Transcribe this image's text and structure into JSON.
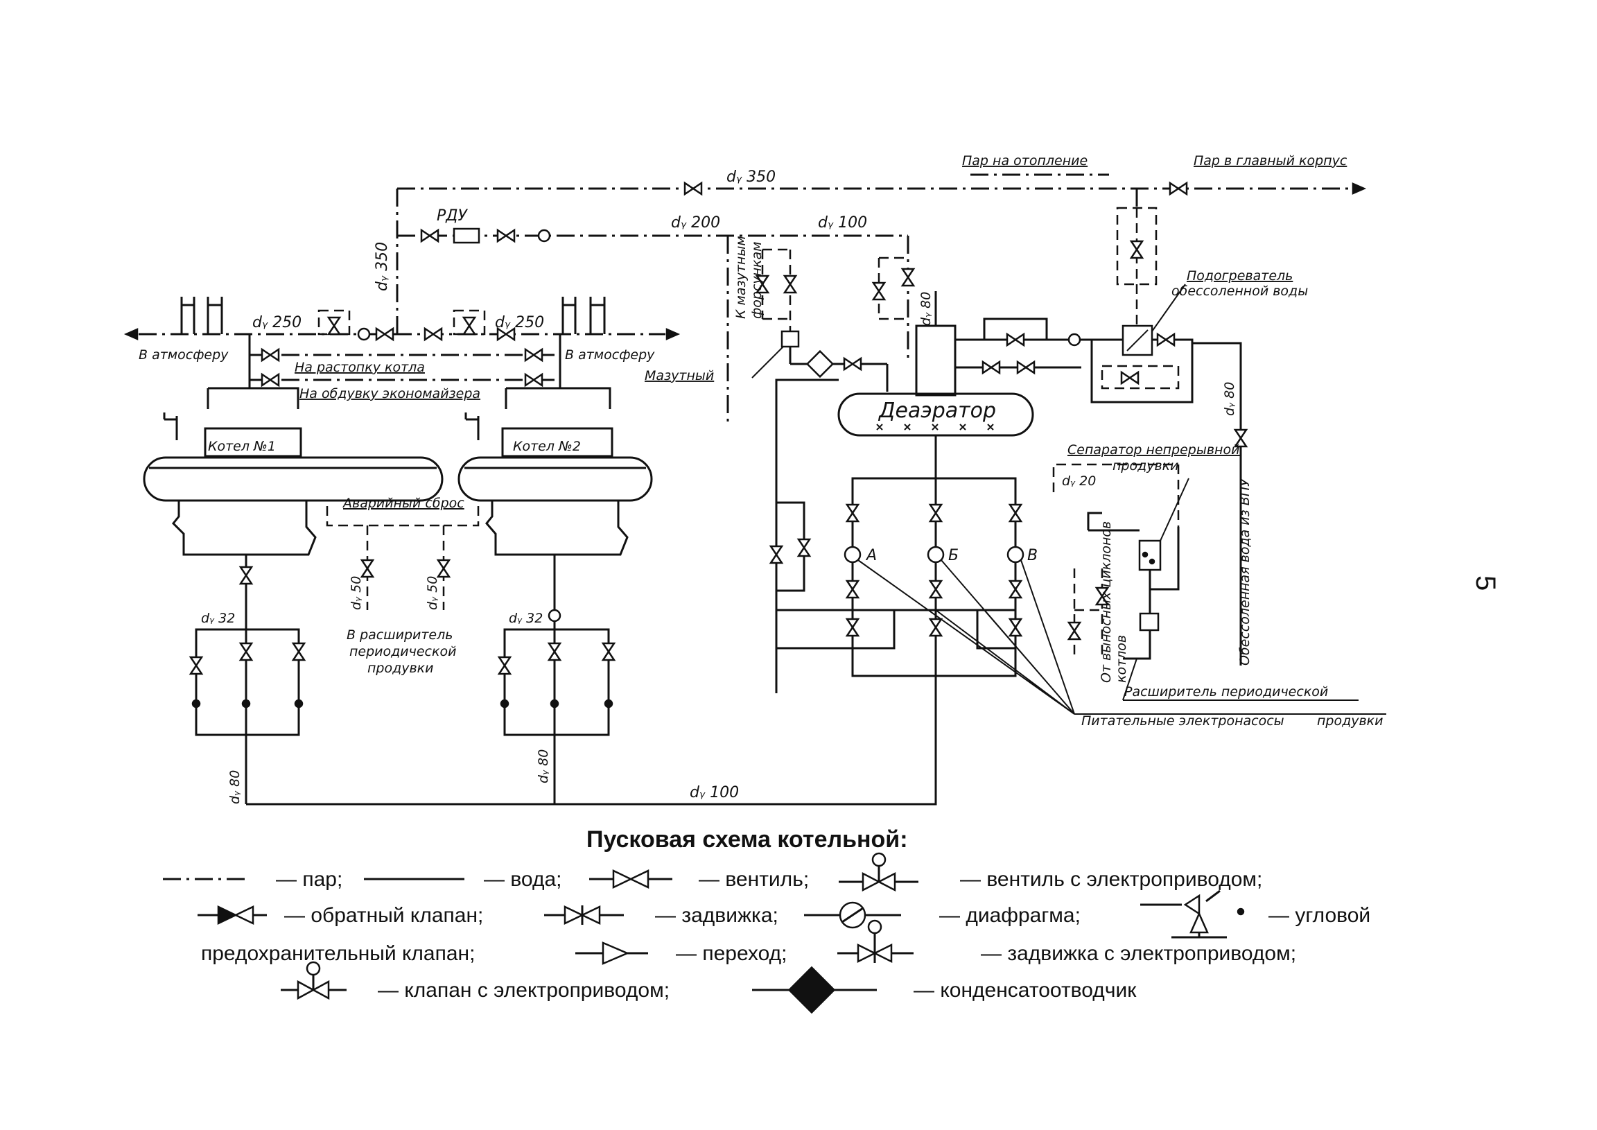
{
  "page_number": "5",
  "caption": "Пусковая схема котельной:",
  "pipes": {
    "main_steam": "dᵧ 350",
    "riser_350": "dᵧ 350",
    "header_left": "dᵧ 250",
    "header_right": "dᵧ 250",
    "rdu_line": "dᵧ 200",
    "line_100_top": "dᵧ 100",
    "deaerator_80": "dᵧ 80",
    "water_right_80": "dᵧ 80",
    "drain_50_left": "dᵧ 50",
    "drain_50_right": "dᵧ 50",
    "boiler1_32": "dᵧ 32",
    "boiler2_32": "dᵧ 32",
    "boiler1_80": "dᵧ 80",
    "boiler2_80": "dᵧ 80",
    "feed_100": "dᵧ 100",
    "separator_20": "dᵧ 20"
  },
  "labels": {
    "steam_heating": "Пар на отопление",
    "steam_main_building": "Пар в главный корпус",
    "rdu": "РДУ",
    "to_atmosphere_left": "В атмосферу",
    "to_atmosphere_right": "В атмосферу",
    "boiler_fireplace": "На растопку котла",
    "economizer_blowdown": "На обдувку экономайзера",
    "boiler1": "Котел №1",
    "boiler2": "Котел №2",
    "emergency_discharge": "Аварийный сброс",
    "periodic_blowdown_expander": [
      "В расширитель",
      "периодической",
      "продувки"
    ],
    "fuel_oil_nozzles": [
      "К мазутным",
      "форсункам"
    ],
    "fuel_oil_heater": "Мазутный",
    "deaerator": "Деаэратор",
    "demin_heater": [
      "Подогреватель",
      "обессоленной воды"
    ],
    "continuous_blowdown_separator": [
      "Сепаратор непрерывной",
      "продувки"
    ],
    "from_boiler_drains": [
      "От выносных циклонов",
      "котлов"
    ],
    "demin_water": "Обессоленная вода из ВПУ",
    "periodic_blowdown_expander_2": "Расширитель периодической",
    "feed_pumps": "Питательные электронасосы",
    "blowdown": "продувки",
    "pump_a": "А",
    "pump_b": "Б",
    "pump_v": "В"
  },
  "legend": {
    "steam": "— пар;",
    "water": "— вода;",
    "valve": "— вентиль;",
    "motor_valve": "— вентиль с электроприводом;",
    "check_valve": "— обратный клапан;",
    "gate_valve": "— задвижка;",
    "orifice": "— диафрагма;",
    "angle_safety_1": "— угловой",
    "angle_safety_2": "предохранительный клапан;",
    "reducer": "— переход;",
    "motor_gate": "— задвижка с электроприводом;",
    "motor_cv": "— клапан с электроприводом;",
    "trap": "— конденсатоотводчик"
  }
}
